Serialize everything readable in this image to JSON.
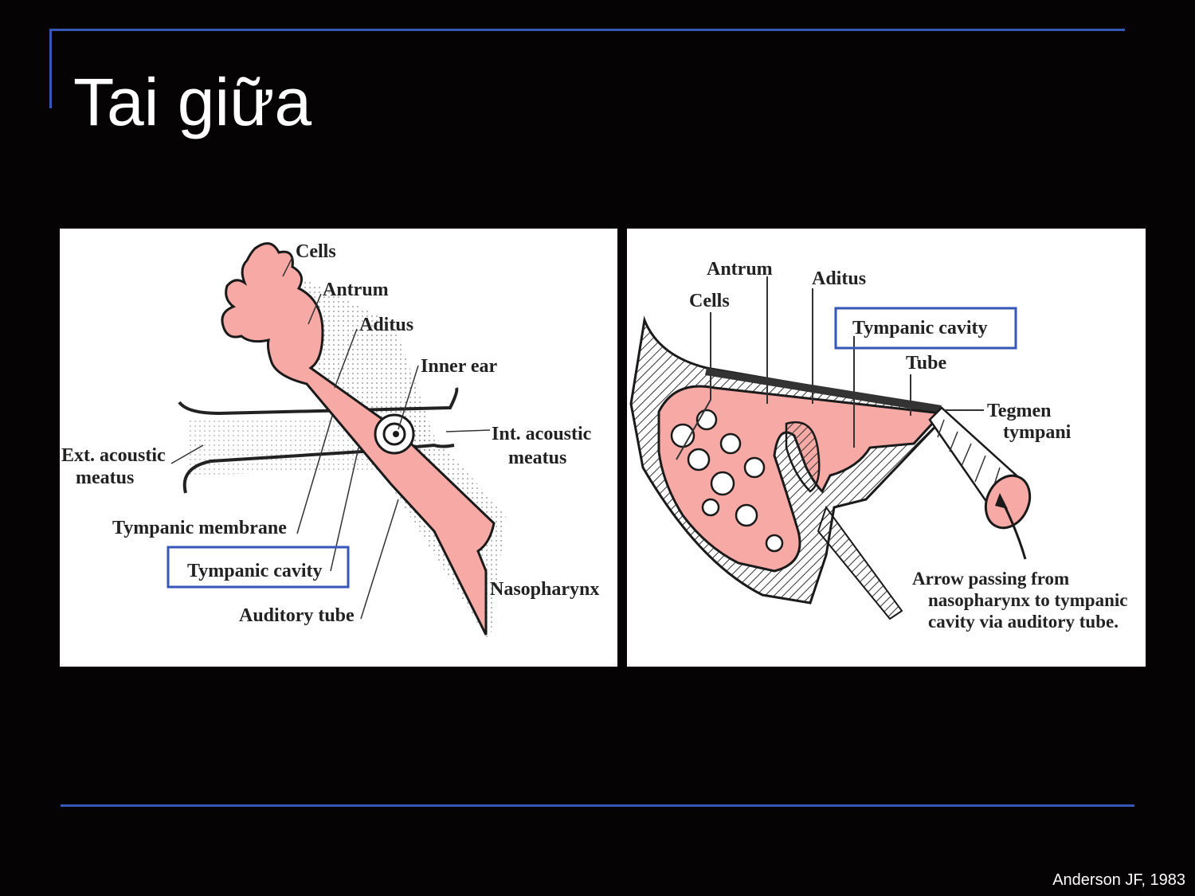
{
  "slide": {
    "title": "Tai giữa",
    "accent_color": "#3557b7",
    "credit": "Anderson JF, 1983"
  },
  "diagram_left": {
    "labels": {
      "cells": "Cells",
      "antrum": "Antrum",
      "aditus": "Aditus",
      "inner_ear": "Inner ear",
      "int_acoustic_1": "Int. acoustic",
      "int_acoustic_2": "meatus",
      "ext_acoustic_1": "Ext. acoustic",
      "ext_acoustic_2": "meatus",
      "tympanic_membrane": "Tympanic membrane",
      "tympanic_cavity": "Tympanic cavity",
      "auditory_tube": "Auditory tube",
      "nasopharynx": "Nasopharynx"
    },
    "highlight": "tympanic_cavity",
    "fill_color": "#f6a9a5"
  },
  "diagram_right": {
    "labels": {
      "antrum": "Antrum",
      "aditus": "Aditus",
      "cells": "Cells",
      "tympanic_cavity": "Tympanic cavity",
      "tube": "Tube",
      "tegmen_1": "Tegmen",
      "tegmen_2": "tympani",
      "arrow_1": "Arrow passing from",
      "arrow_2": "nasopharynx to tympanic",
      "arrow_3": "cavity via auditory tube."
    },
    "highlight": "tympanic_cavity",
    "fill_color": "#f6a9a5"
  }
}
